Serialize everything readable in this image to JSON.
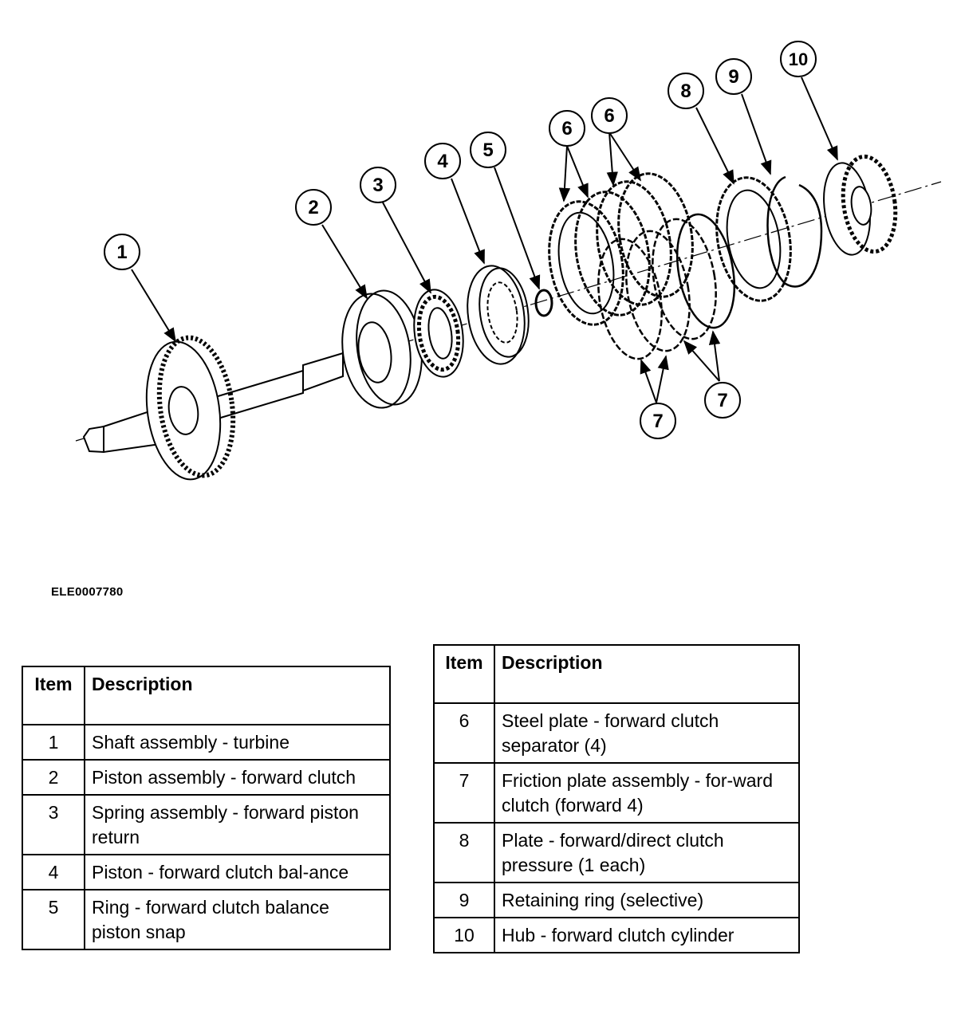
{
  "figure_id": "ELE0007780",
  "callouts": [
    "1",
    "2",
    "3",
    "4",
    "5",
    "6",
    "6",
    "7",
    "7",
    "8",
    "9",
    "10"
  ],
  "table_headers": {
    "item": "Item",
    "description": "Description"
  },
  "left_rows": [
    {
      "item": "1",
      "description": "Shaft assembly - turbine"
    },
    {
      "item": "2",
      "description": "Piston assembly - forward clutch"
    },
    {
      "item": "3",
      "description": "Spring assembly - forward piston return"
    },
    {
      "item": "4",
      "description": "Piston - forward clutch bal-ance"
    },
    {
      "item": "5",
      "description": "Ring - forward clutch balance piston snap"
    }
  ],
  "right_rows": [
    {
      "item": "6",
      "description": "Steel plate - forward clutch separator (4)"
    },
    {
      "item": "7",
      "description": "Friction plate assembly - for-ward clutch (forward 4)"
    },
    {
      "item": "8",
      "description": "Plate - forward/direct clutch pressure (1 each)"
    },
    {
      "item": "9",
      "description": "Retaining ring (selective)"
    },
    {
      "item": "10",
      "description": "Hub - forward clutch cylinder"
    }
  ]
}
